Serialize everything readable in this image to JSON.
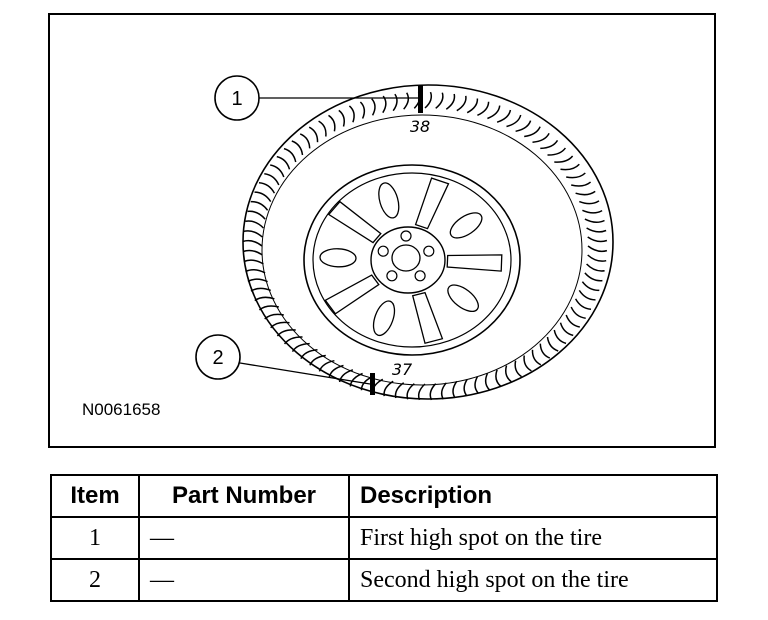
{
  "figure": {
    "callouts": [
      {
        "number": "1"
      },
      {
        "number": "2"
      }
    ],
    "marks": [
      "38",
      "37"
    ],
    "figure_id": "N0061658"
  },
  "table": {
    "headers": [
      "Item",
      "Part Number",
      "Description"
    ],
    "rows": [
      {
        "item": "1",
        "part": "—",
        "description": "First high spot on the tire"
      },
      {
        "item": "2",
        "part": "—",
        "description": "Second high spot on the tire"
      }
    ]
  }
}
